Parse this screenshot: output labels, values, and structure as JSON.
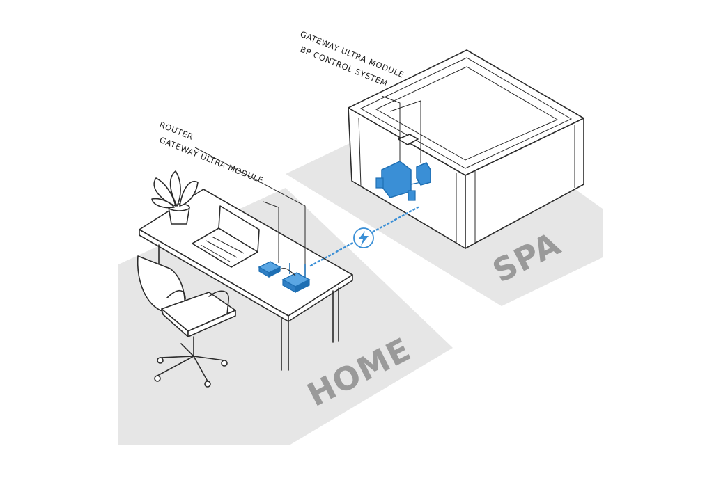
{
  "zones": {
    "home_label": "HOME",
    "spa_label": "SPA"
  },
  "callouts": {
    "router": "ROUTER",
    "gateway_home": "GATEWAY ULTRA MODULE",
    "gateway_spa": "GATEWAY ULTRA MODULE",
    "bp_control": "BP CONTROL SYSTEM"
  },
  "colors": {
    "device_blue": "#3a8fd6",
    "device_blue_dark": "#1e6fb3",
    "link_dotted": "#3a8fd6",
    "floor_gray": "#e6e6e6",
    "zone_text": "#9a9a9a"
  },
  "icons": {
    "wireless_link": "lightning-bolt-icon"
  }
}
